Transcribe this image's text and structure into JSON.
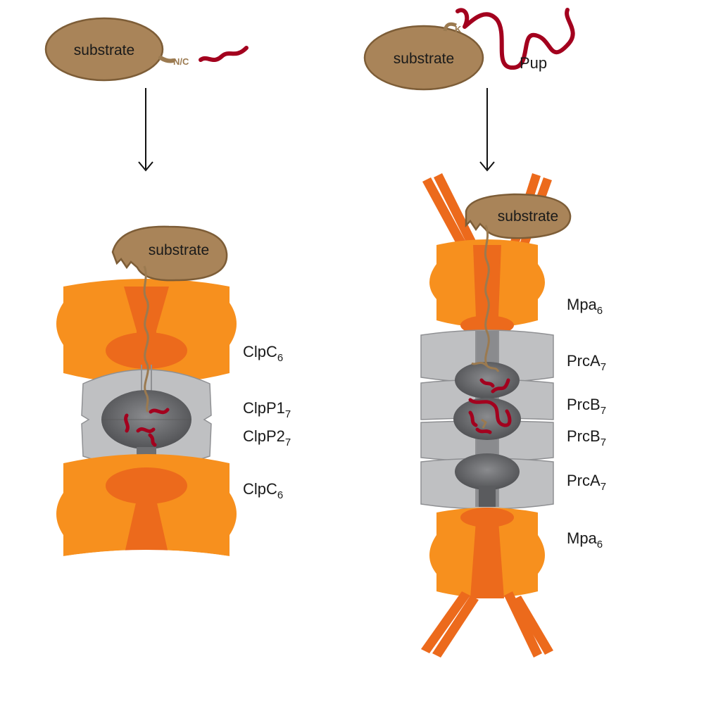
{
  "left_pathway": {
    "substrate_label": "substrate",
    "tag_label": "N/C",
    "bound_substrate_label": "substrate",
    "components": [
      {
        "base": "ClpC",
        "sub": "6"
      },
      {
        "base": "ClpP1",
        "sub": "7"
      },
      {
        "base": "ClpP2",
        "sub": "7"
      },
      {
        "base": "ClpC",
        "sub": "6"
      }
    ]
  },
  "right_pathway": {
    "substrate_label": "substrate",
    "lysine_label": "K",
    "pup_label": "Pup",
    "bound_substrate_label": "substrate",
    "components": [
      {
        "base": "Mpa",
        "sub": "6"
      },
      {
        "base": "PrcA",
        "sub": "7"
      },
      {
        "base": "PrcB",
        "sub": "7"
      },
      {
        "base": "PrcB",
        "sub": "7"
      },
      {
        "base": "PrcA",
        "sub": "7"
      },
      {
        "base": "Mpa",
        "sub": "6"
      }
    ]
  },
  "colors": {
    "substrate": "#a98459",
    "substrate_edge": "#7d5d37",
    "tag": "#a3001e",
    "orange": "#f7901e",
    "orange_dark": "#ec6a1c",
    "gray_light": "#bfc0c2",
    "gray_dark": "#6d6e71",
    "gray_edge": "#5a5b5e"
  }
}
